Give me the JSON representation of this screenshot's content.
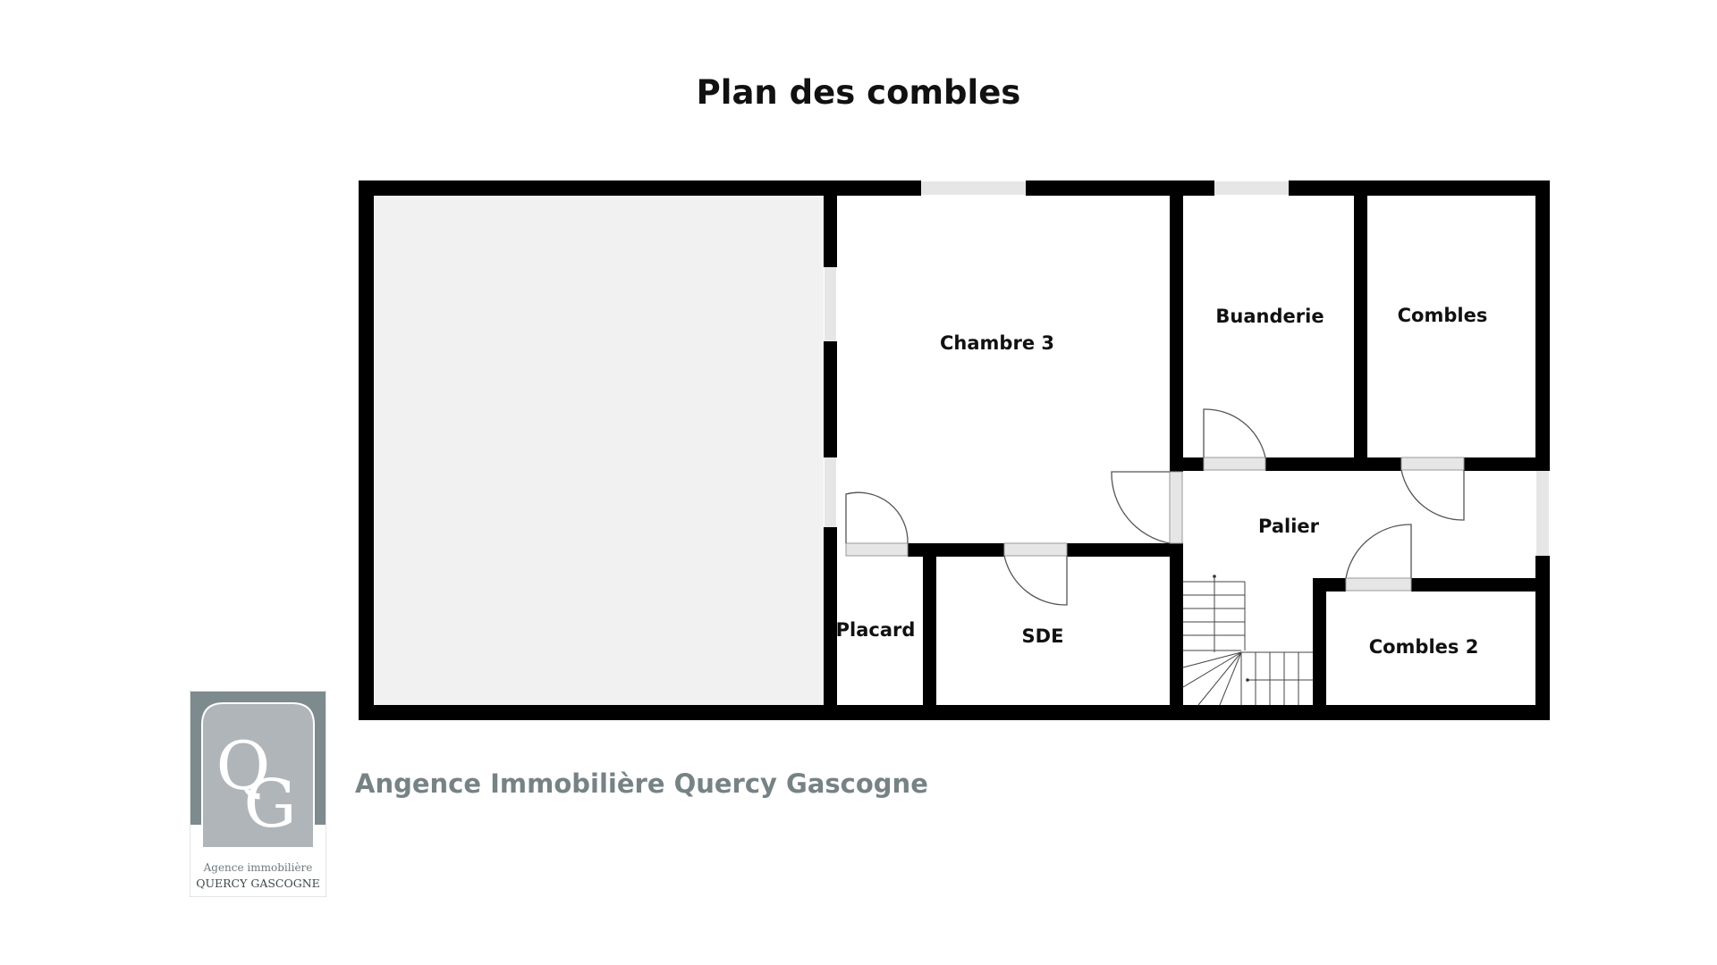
{
  "title": "Plan des combles",
  "rooms": {
    "chambre3": "Chambre 3",
    "buanderie": "Buanderie",
    "combles": "Combles",
    "palier": "Palier",
    "placard": "Placard",
    "sde": "SDE",
    "combles2": "Combles 2"
  },
  "agency": {
    "name": "Angence Immobilière Quercy Gascogne",
    "logo_letters_top": "Q",
    "logo_letters_bottom": "G",
    "logo_caption_1": "Agence immobilière",
    "logo_caption_2": "QUERCY GASCOGNE"
  },
  "colors": {
    "wall": "#000000",
    "opening": "#e6e6e6",
    "unused_area": "#f0f1f0",
    "logo_dark": "#7d8a8e",
    "logo_light": "#b0b5ba",
    "agency_text": "#778285"
  }
}
